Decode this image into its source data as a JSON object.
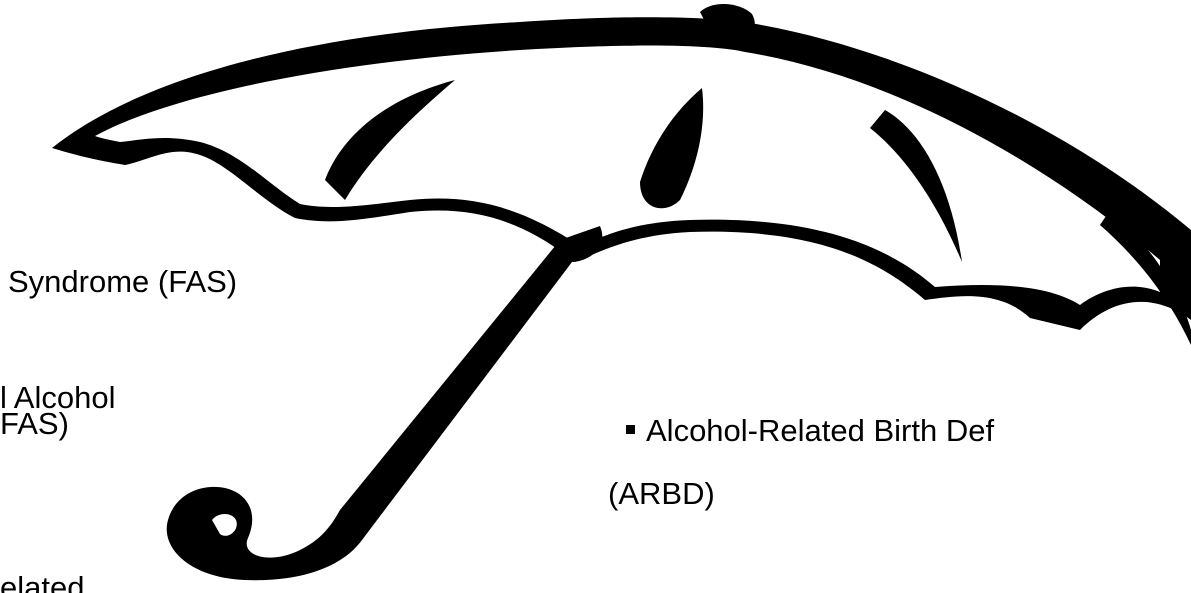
{
  "labels": {
    "fas": "Syndrome (FAS)",
    "pfas_line1": "l Alcohol",
    "pfas_line2": "FAS)",
    "arbd_line1": "Alcohol-Related Birth Def",
    "arbd_line2": "(ARBD)",
    "bottom_partial": "elated"
  },
  "icons": {
    "umbrella": "umbrella-icon",
    "bullet": "square-bullet"
  },
  "colors": {
    "ink": "#000000",
    "background": "#ffffff"
  }
}
